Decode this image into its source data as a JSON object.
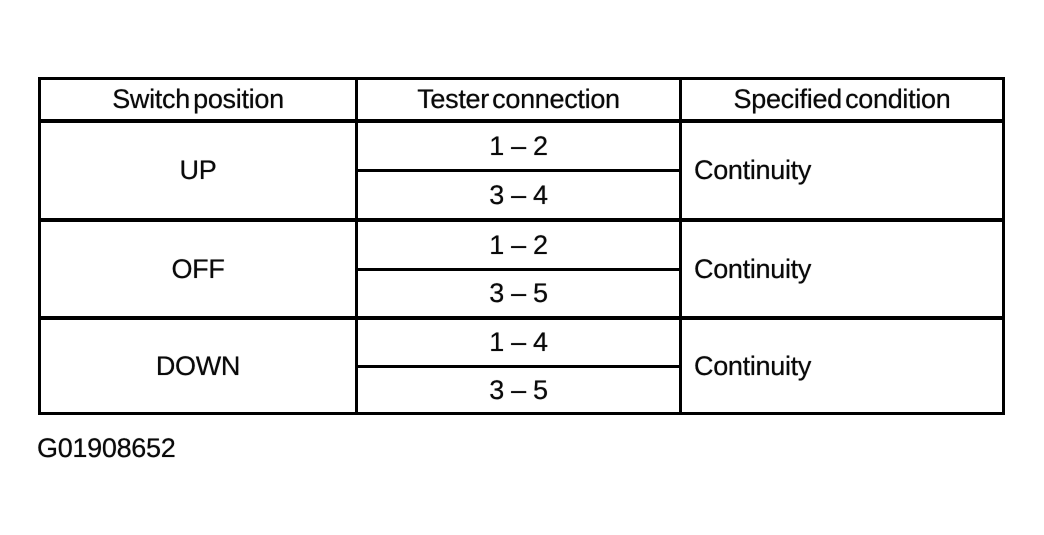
{
  "page": {
    "background_color": "#ffffff",
    "ink_color": "#0a0a0a"
  },
  "table": {
    "headers": [
      "Switch position",
      "Tester connection",
      "Specified condition"
    ],
    "rows": [
      {
        "position": "UP",
        "connections": [
          "1 – 2",
          "3 – 4"
        ],
        "condition": "Continuity"
      },
      {
        "position": "OFF",
        "connections": [
          "1 – 2",
          "3 – 5"
        ],
        "condition": "Continuity"
      },
      {
        "position": "DOWN",
        "connections": [
          "1 – 4",
          "3 – 5"
        ],
        "condition": "Continuity"
      }
    ]
  },
  "caption": "G01908652"
}
